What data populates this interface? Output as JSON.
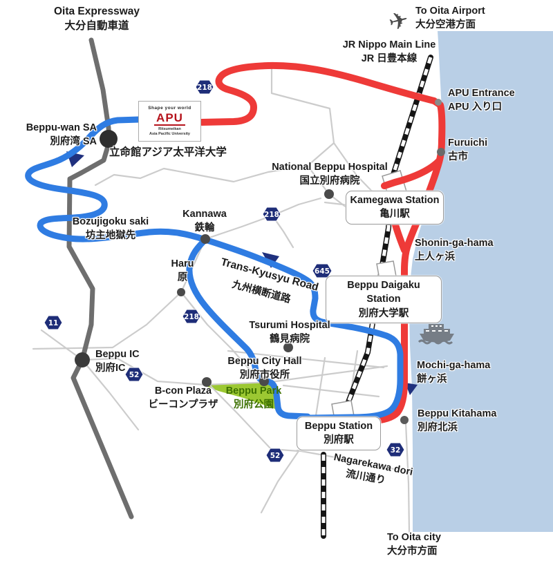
{
  "colors": {
    "sea": "#b9cfe6",
    "route_red": "#ee3a38",
    "route_blue": "#2f7ce2",
    "expressway_gray": "#6e6e6e",
    "minor_road_gray": "#cccccc",
    "railway_black": "#151515",
    "park_green": "#9cc832",
    "badge_navy": "#1e2d78",
    "apu_logo_red": "#b5121b",
    "park_label_green": "#3c7000"
  },
  "apu_box": {
    "tagline": "Shape your world",
    "logo": "APU",
    "line1": "Ritsumeikan",
    "line2": "Asia Pacific University"
  },
  "labels": {
    "oita_expressway": {
      "en": "Oita Expressway",
      "ja": "大分自動車道"
    },
    "to_oita_airport": {
      "en": "To Oita Airport",
      "ja": "大分空港方面"
    },
    "jr_nippo_main_line": {
      "en": "JR Nippo Main Line",
      "ja": "JR 日豊本線"
    },
    "apu_entrance": {
      "en": "APU Entrance",
      "ja": "APU 入り口"
    },
    "furuichi": {
      "en": "Furuichi",
      "ja": "古市"
    },
    "beppu_wan_sa": {
      "en": "Beppu-wan SA",
      "ja": "別府湾 SA"
    },
    "ritsumeikan_univ": {
      "ja": "立命館アジア太平洋大学"
    },
    "national_beppu_hospital": {
      "en": "National Beppu Hospital",
      "ja": "国立別府病院"
    },
    "kamegawa_station": {
      "en": "Kamegawa Station",
      "ja": "亀川駅"
    },
    "bozujigoku_saki": {
      "en": "Bozujigoku saki",
      "ja": "坊主地獄先"
    },
    "kannawa": {
      "en": "Kannawa",
      "ja": "鉄輪"
    },
    "shonin_ga_hama": {
      "en": "Shonin-ga-hama",
      "ja": "上人ヶ浜"
    },
    "trans_kyusyu_road": {
      "en": "Trans-Kyusyu Road",
      "ja": "九州横断道路"
    },
    "haru": {
      "en": "Haru",
      "ja": "原"
    },
    "beppu_daigaku_station": {
      "en": "Beppu Daigaku Station",
      "ja": "別府大学駅"
    },
    "tsurumi_hospital": {
      "en": "Tsurumi Hospital",
      "ja": "鶴見病院"
    },
    "beppu_city_hall": {
      "en": "Beppu City Hall",
      "ja": "別府市役所"
    },
    "beppu_ic": {
      "en": "Beppu IC",
      "ja": "別府IC"
    },
    "b_con_plaza": {
      "en": "B-con Plaza",
      "ja": "ビーコンプラザ"
    },
    "beppu_park": {
      "en": "Beppu Park",
      "ja": "別府公園"
    },
    "mochi_ga_hama": {
      "en": "Mochi-ga-hama",
      "ja": "餅ヶ浜"
    },
    "beppu_station": {
      "en": "Beppu Station",
      "ja": "別府駅"
    },
    "beppu_kitahama": {
      "en": "Beppu Kitahama",
      "ja": "別府北浜"
    },
    "nagarekawa_dori": {
      "en": "Nagarekawa dori",
      "ja": "流川通り"
    },
    "to_oita_city": {
      "en": "To Oita city",
      "ja": "大分市方面"
    }
  },
  "route_badges": [
    {
      "number": "218"
    },
    {
      "number": "218"
    },
    {
      "number": "218"
    },
    {
      "number": "11"
    },
    {
      "number": "645"
    },
    {
      "number": "52"
    },
    {
      "number": "52"
    },
    {
      "number": "32"
    }
  ]
}
